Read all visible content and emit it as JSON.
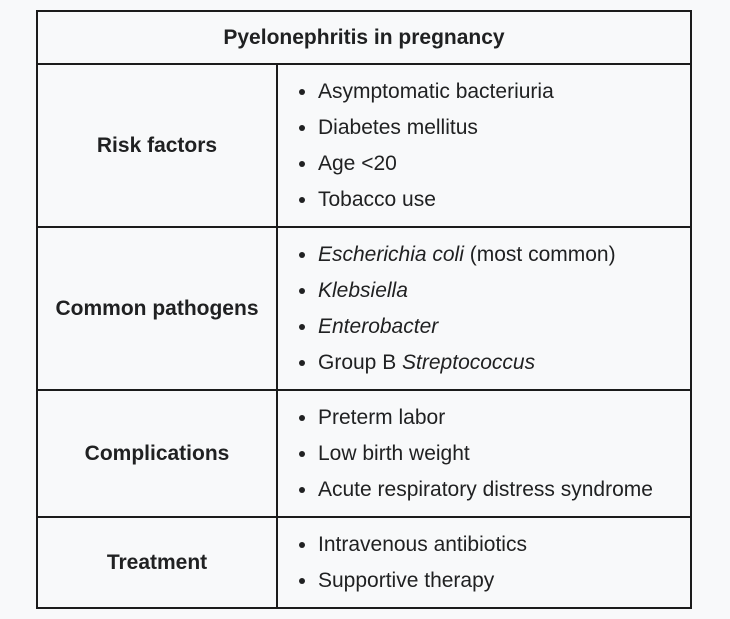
{
  "table": {
    "title": "Pyelonephritis in pregnancy",
    "rows": [
      {
        "label": "Risk factors",
        "items": [
          {
            "text": "Asymptomatic bacteriuria"
          },
          {
            "text": "Diabetes mellitus"
          },
          {
            "text": "Age <20"
          },
          {
            "text": "Tobacco use"
          }
        ]
      },
      {
        "label": "Common pathogens",
        "items": [
          {
            "italic": "Escherichia coli",
            "text": " (most common)"
          },
          {
            "italic": "Klebsiella"
          },
          {
            "italic": "Enterobacter"
          },
          {
            "text": "Group B ",
            "italic_after": "Streptococcus"
          }
        ]
      },
      {
        "label": "Complications",
        "items": [
          {
            "text": "Preterm labor"
          },
          {
            "text": "Low birth weight"
          },
          {
            "text": "Acute respiratory distress syndrome"
          }
        ]
      },
      {
        "label": "Treatment",
        "items": [
          {
            "text": "Intravenous antibiotics"
          },
          {
            "text": "Supportive therapy"
          }
        ]
      }
    ]
  }
}
